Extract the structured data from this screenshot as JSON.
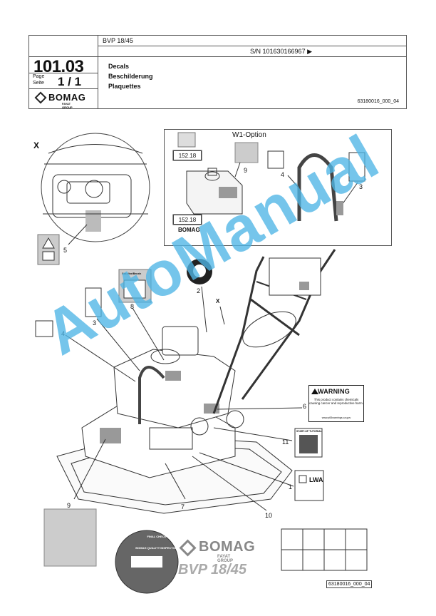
{
  "header": {
    "model": "BVP 18/45",
    "serial": "S/N 101630166967 ▶",
    "doc_number": "101.03",
    "page_label": "Page\nSeite",
    "page_label_en": "Page",
    "page_label_de": "Seite",
    "page_number": "1 / 1",
    "titles": [
      "Decals",
      "Beschilderung",
      "Plaquettes"
    ],
    "part_number": "63180016_000_04",
    "logo": {
      "name": "BOMAG",
      "sub": "FAYAT GROUP"
    }
  },
  "watermark": "AutoManual",
  "figure": {
    "detail_mark": "X",
    "option_title": "W1-Option",
    "option_labels": [
      "152.18",
      "152.18"
    ],
    "option_logo": "BOMAG",
    "callouts": [
      "1",
      "2",
      "3",
      "4",
      "5",
      "6",
      "7",
      "8",
      "9",
      "10",
      "11"
    ],
    "option_callouts": [
      "9",
      "4",
      "3"
    ],
    "warning": {
      "heading": "WARNING",
      "body": "This product contains chemicals causing cancer and reproductive harm.",
      "url": "www.p65warnings.ca.gov"
    },
    "gasoline_label": "Gasoline/Benzin",
    "qr_title": "START-UP TUTORIAL",
    "lwa_label": "LWA",
    "seal_text": "BOMAG QUALITY INSPECTION",
    "seal_ring": "FINAL CHECK",
    "brand_bottom": {
      "name": "BOMAG",
      "sub": "FAYAT GROUP"
    },
    "model_decal": "BVP 18/45",
    "part_number_bottom": "63180016_000_04"
  },
  "colors": {
    "watermark": "#4fb6e6",
    "line": "#333333",
    "decal_grey": "#9a9a9a"
  }
}
